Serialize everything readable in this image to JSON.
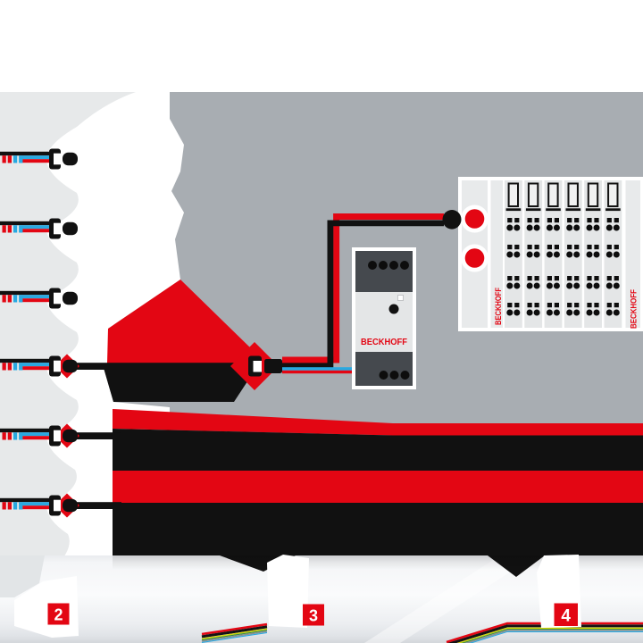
{
  "brand_labels": {
    "power_supply": "BECKHOFF",
    "coupler_left": "BECKHOFF",
    "coupler_right": "BECKHOFF"
  },
  "callouts": {
    "two": "2",
    "three": "3",
    "four": "4"
  },
  "colors": {
    "accent_red": "#e30613",
    "signal_blue": "#29a9e1",
    "background_gray": "#a8adb2",
    "panel_gray": "#e7e9ea",
    "device_body_gray": "#e8eaeb",
    "device_dark_gray": "#45494e",
    "wire_black": "#111111"
  },
  "counts": {
    "field_cables": 6,
    "field_cables_with_trunk": 3,
    "coupler_terminals": 6,
    "terminal_contact_rows": 4,
    "coupler_ports": 2,
    "psu_top_terminals": 4,
    "psu_bottom_terminals": 3
  }
}
